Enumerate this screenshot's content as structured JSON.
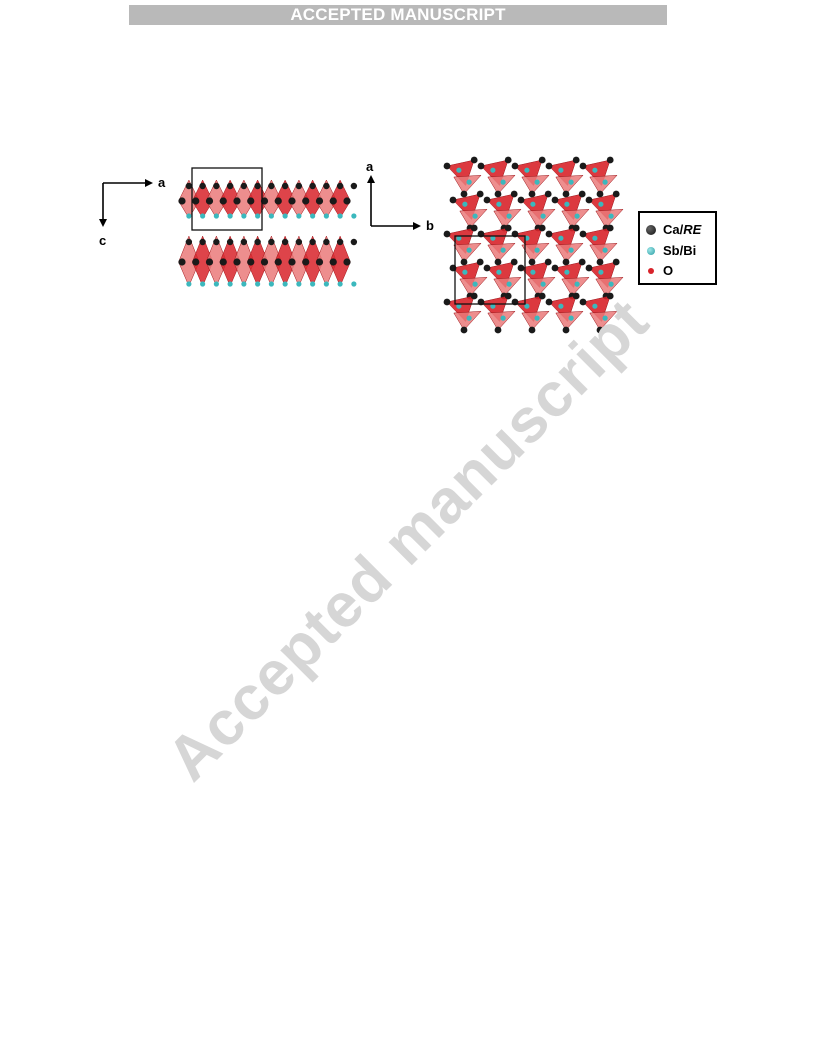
{
  "banner": "ACCEPTED MANUSCRIPT",
  "figure": {
    "left_panel": {
      "axis_horizontal": "a",
      "axis_vertical": "c"
    },
    "right_panel": {
      "axis_vertical": "a",
      "axis_horizontal": "b"
    },
    "legend": [
      {
        "label": "Ca/",
        "label_italic": "RE",
        "color": "#1a1a1a"
      },
      {
        "label": "Sb/Bi",
        "color": "#3bb8bd"
      },
      {
        "label": "O",
        "color": "#d8232a"
      }
    ]
  },
  "colors": {
    "polyhedra": "#d8232a",
    "polyhedra_light": "#ea7a7a",
    "ca_atom": "#1a1a1a",
    "sb_atom": "#3bb8bd"
  },
  "watermark": "Accepted manuscript"
}
